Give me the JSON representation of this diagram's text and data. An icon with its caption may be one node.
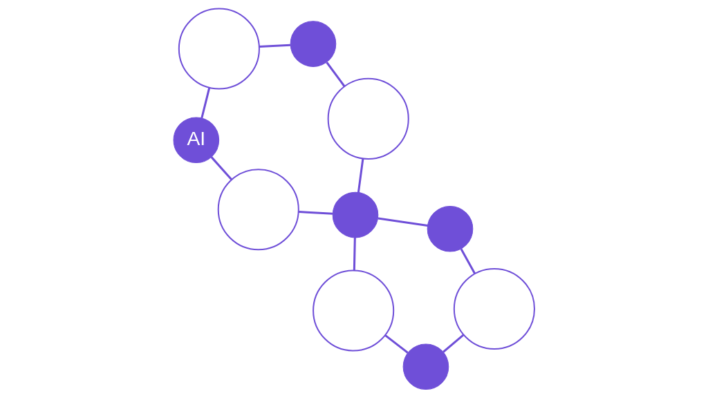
{
  "diagram": {
    "nodes": [
      {
        "text": [],
        "shape": "circle"
      },
      {
        "text": [],
        "shape": "circle"
      },
      {
        "text": [],
        "shape": "circle"
      },
      {
        "text": [],
        "shape": "circle"
      },
      {
        "text": [],
        "shape": "circle"
      },
      {
        "text": [
          "AI"
        ]
      },
      {
        "text": [],
        "shape": "circle"
      },
      {
        "text": [],
        "shape": "circle"
      },
      {
        "text": [],
        "shape": "circle"
      },
      {
        "text": [],
        "shape": "circle"
      }
    ],
    "edges": [
      {
        "from": 7,
        "to": 1,
        "arrow": "none"
      },
      {
        "from": 1,
        "to": 0,
        "arrow": "none"
      },
      {
        "from": 0,
        "to": 9,
        "arrow": "none"
      },
      {
        "from": 9,
        "to": 8,
        "arrow": "none"
      },
      {
        "from": 8,
        "to": 7,
        "arrow": "none"
      },
      {
        "from": 7,
        "to": 2,
        "arrow": "none"
      },
      {
        "from": 2,
        "to": 3,
        "arrow": "none"
      },
      {
        "from": 3,
        "to": 4,
        "arrow": "none"
      },
      {
        "from": 4,
        "to": 5,
        "arrow": "none"
      },
      {
        "from": 5,
        "to": 6,
        "arrow": "none"
      },
      {
        "from": 6,
        "to": 7,
        "arrow": "none"
      }
    ]
  }
}
